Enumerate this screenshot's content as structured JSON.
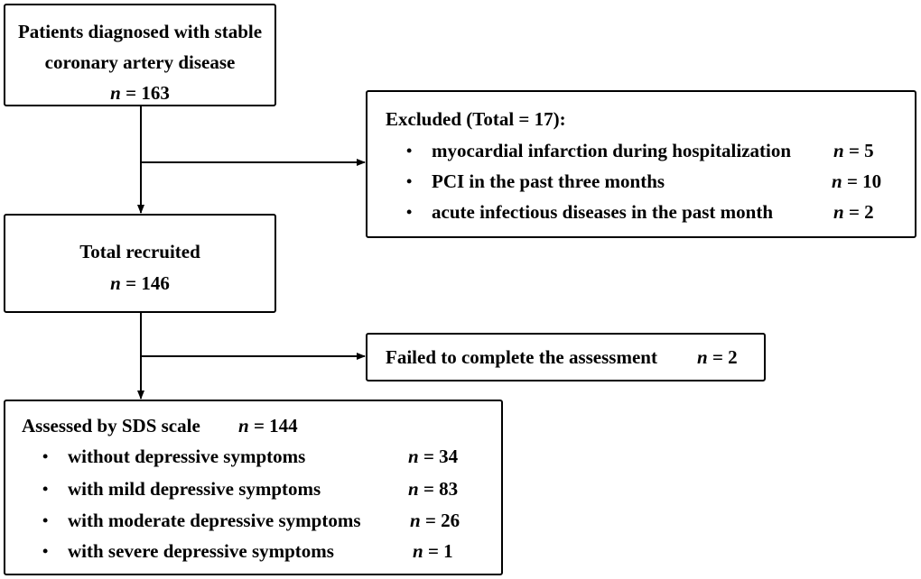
{
  "box_start": {
    "line1": "Patients diagnosed with stable",
    "line2": "coronary artery disease",
    "n_label": "n",
    "n_value": " = 163"
  },
  "box_excluded": {
    "heading": "Excluded (Total = 17):",
    "items": [
      {
        "label": "myocardial infarction during hospitalization",
        "n_label": "n",
        "n_value": " = 5"
      },
      {
        "label": "PCI in the past three months",
        "n_label": "n",
        "n_value": " = 10"
      },
      {
        "label": "acute infectious diseases in the past month",
        "n_label": "n",
        "n_value": " = 2"
      }
    ]
  },
  "box_recruited": {
    "line1": "Total recruited",
    "n_label": "n",
    "n_value": " = 146"
  },
  "box_failed": {
    "label": "Failed to complete the assessment",
    "n_label": "n",
    "n_value": " = 2"
  },
  "box_assessed": {
    "heading": "Assessed by SDS scale",
    "n_label": "n",
    "n_value": " = 144",
    "items": [
      {
        "label": "without depressive symptoms",
        "n_label": "n",
        "n_value": " = 34"
      },
      {
        "label": "with mild depressive symptoms",
        "n_label": "n",
        "n_value": " = 83"
      },
      {
        "label": "with moderate depressive symptoms",
        "n_label": "n",
        "n_value": " = 26"
      },
      {
        "label": "with severe depressive symptoms",
        "n_label": "n",
        "n_value": " = 1"
      }
    ]
  },
  "bullet_char": "•",
  "colors": {
    "line": "#000000",
    "background": "#ffffff",
    "text": "#000000"
  }
}
